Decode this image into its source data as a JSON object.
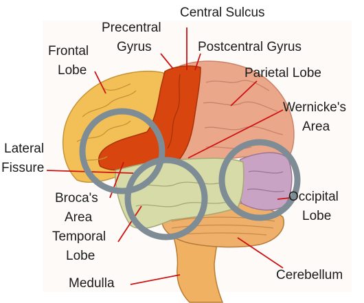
{
  "labels": {
    "central_sulcus": "Central Sulcus",
    "precentral_gyrus_1": "Precentral",
    "precentral_gyrus_2": "Gyrus",
    "postcentral_gyrus": "Postcentral Gyrus",
    "frontal_lobe_1": "Frontal",
    "frontal_lobe_2": "Lobe",
    "parietal_lobe": "Parietal Lobe",
    "wernickes_area_1": "Wernicke's",
    "wernickes_area_2": "Area",
    "lateral_fissure_1": "Lateral",
    "lateral_fissure_2": "Fissure",
    "brocas_area_1": "Broca's",
    "brocas_area_2": "Area",
    "occipital_lobe_1": "Occipital",
    "occipital_lobe_2": "Lobe",
    "temporal_lobe_1": "Temporal",
    "temporal_lobe_2": "Lobe",
    "medulla": "Medulla",
    "cerebellum": "Cerebellum"
  },
  "colors": {
    "frontal_lobe": "#f3bf57",
    "motor_strip": "#d8450f",
    "parietal_lobe": "#eba78a",
    "temporal_lobe": "#d7dba7",
    "occipital_lobe": "#c8a3c3",
    "cerebellum": "#eeb06a",
    "brainstem": "#f0b262",
    "leader_lines": "#cc1111",
    "highlight_circles": "#7e8c95"
  }
}
